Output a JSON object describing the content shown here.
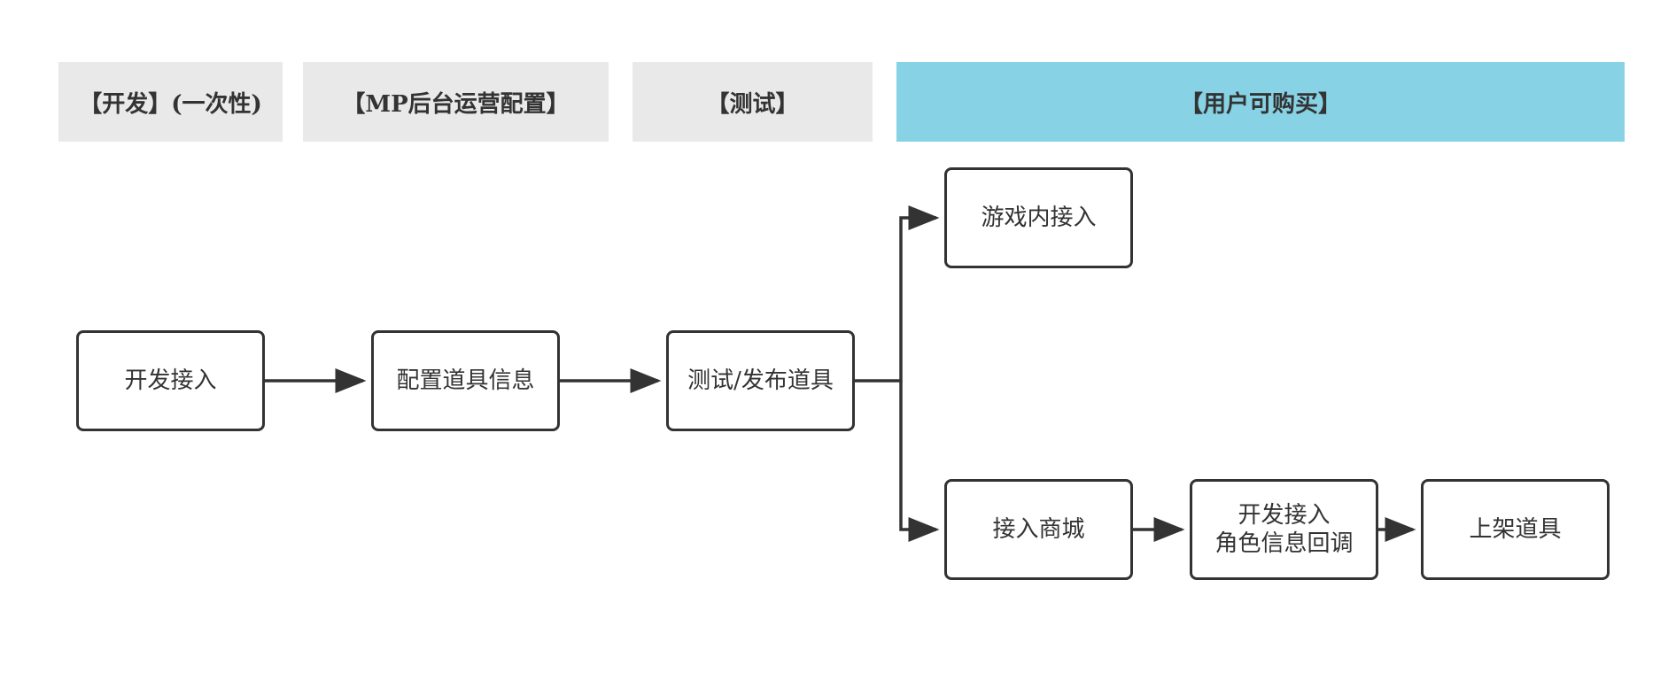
{
  "phases": [
    {
      "label": "【开发】(一次性)"
    },
    {
      "label": "【MP后台运营配置】"
    },
    {
      "label": "【测试】"
    },
    {
      "label": "【用户可购买】"
    }
  ],
  "nodes": {
    "dev_integrate": "开发接入",
    "config_items": "配置道具信息",
    "test_publish": "测试/发布道具",
    "in_game": "游戏内接入",
    "mall": "接入商城",
    "dev_callback_line1": "开发接入",
    "dev_callback_line2": "角色信息回调",
    "list_items": "上架道具"
  },
  "colors": {
    "stroke": "#333333",
    "phase_gray": "#e9e9e9",
    "phase_highlight": "#87d3e5"
  }
}
